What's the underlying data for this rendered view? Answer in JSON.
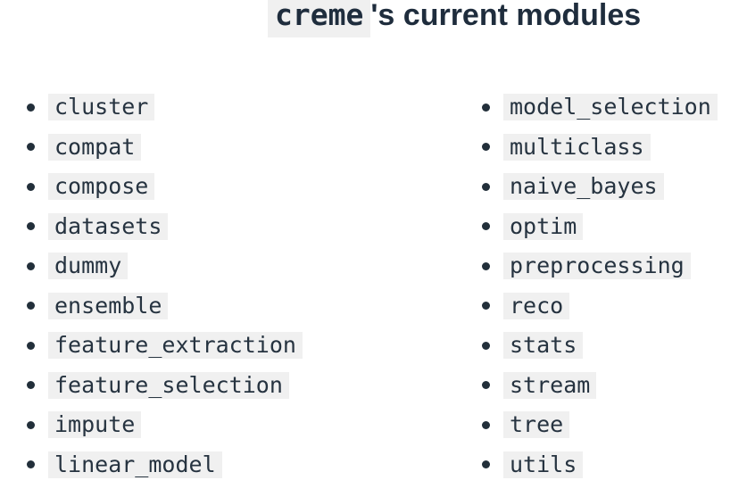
{
  "title": {
    "code": "creme",
    "rest": "'s current modules"
  },
  "modules": {
    "left": [
      "cluster",
      "compat",
      "compose",
      "datasets",
      "dummy",
      "ensemble",
      "feature_extraction",
      "feature_selection",
      "impute",
      "linear_model"
    ],
    "right": [
      "model_selection",
      "multiclass",
      "naive_bayes",
      "optim",
      "preprocessing",
      "reco",
      "stats",
      "stream",
      "tree",
      "utils"
    ]
  },
  "colors": {
    "page_bg": "#ffffff",
    "code_bg": "#f0f0f0",
    "code_text": "#263340",
    "heading_text": "#1f2d3d",
    "bullet": "#222f3a"
  }
}
